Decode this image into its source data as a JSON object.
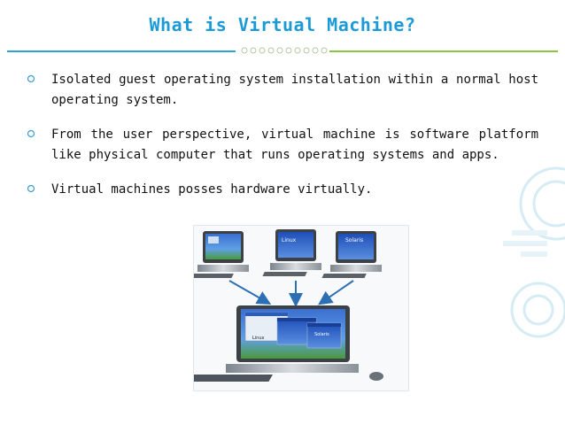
{
  "slide": {
    "title": "What is Virtual Machine?",
    "bullets": [
      "Isolated guest operating system installation within a normal host operating system.",
      "From the user perspective, virtual machine is software platform like physical computer that runs operating systems and apps.",
      "Virtual machines posses hardware virtually."
    ],
    "image": {
      "guest_labels": [
        "Linux",
        "Solaris"
      ],
      "host_labels": [
        "Linux",
        "Solaris"
      ]
    },
    "colors": {
      "title": "#1c9ad6",
      "rule_left": "#2aa3d8",
      "rule_right": "#8bc53f",
      "arrow": "#2d6fb5"
    }
  }
}
